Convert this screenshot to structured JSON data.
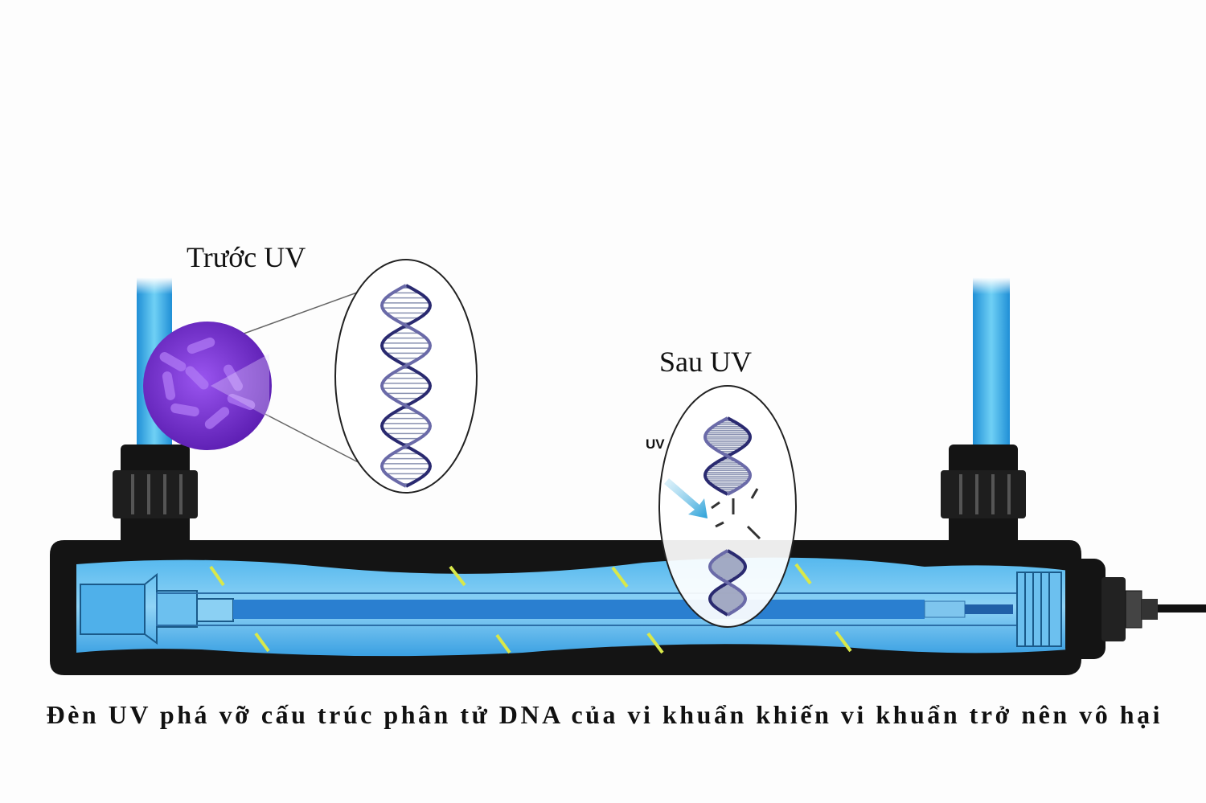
{
  "labels": {
    "before": "Trước UV",
    "after": "Sau UV",
    "uv_arrow": "UV"
  },
  "caption": "Đèn UV phá vỡ cấu trúc phân tử DNA của vi khuẩn khiến vi khuẩn trở nên vô hại",
  "colors": {
    "water": "#3aa6e6",
    "water_light": "#7fcaf2",
    "housing": "#141414",
    "lamp": "#2a7fd0",
    "stripe": "#d9e84a",
    "bacteria": "#7a2ee0",
    "dna": "#2a2a70"
  }
}
